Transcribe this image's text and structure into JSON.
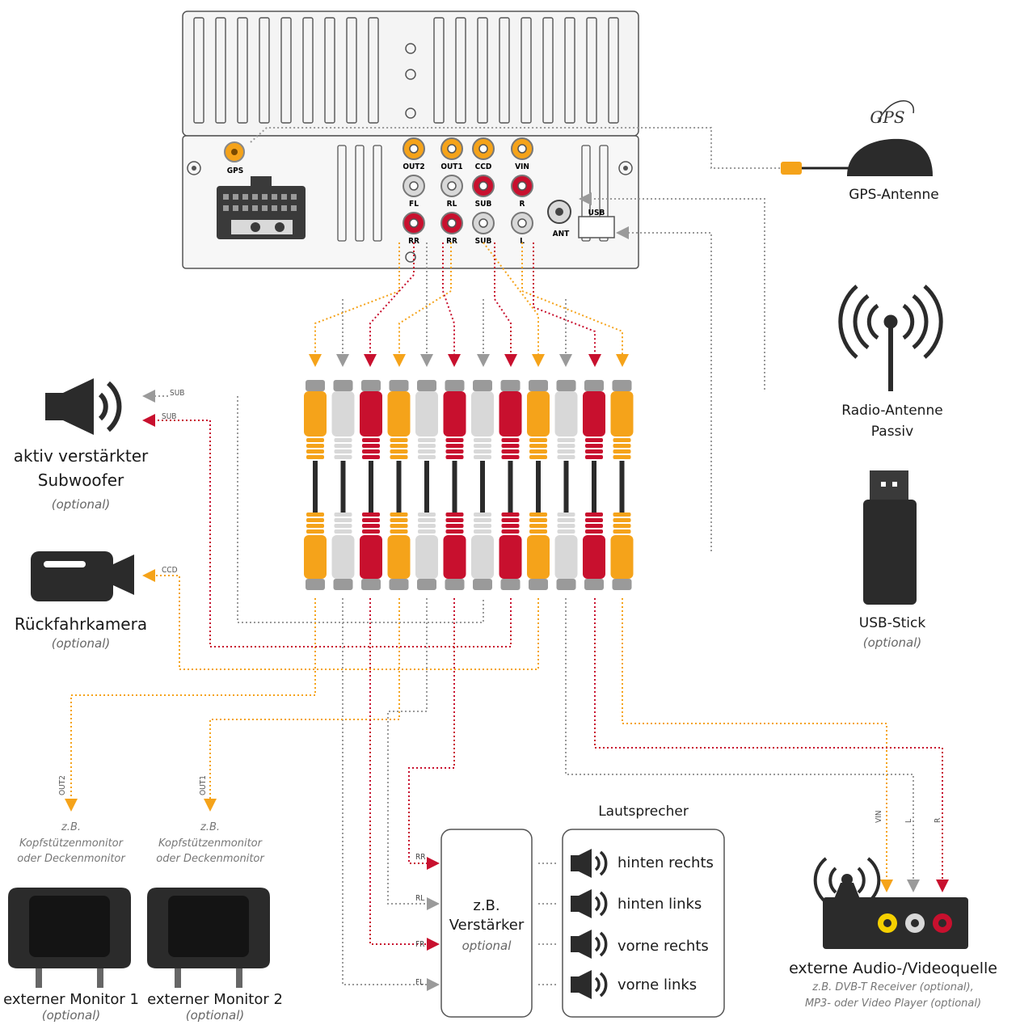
{
  "unit": {
    "port_labels": [
      "GPS",
      "OUT2",
      "OUT1",
      "CCD",
      "VIN",
      "FL",
      "RL",
      "SUB",
      "R",
      "RR",
      "RR",
      "SUB",
      "L",
      "ANT",
      "USB"
    ]
  },
  "gps": {
    "logo": "GPS",
    "label": "GPS-Antenne"
  },
  "radio": {
    "label_line1": "Radio-Antenne",
    "label_line2": "Passiv"
  },
  "usb_stick": {
    "label": "USB-Stick",
    "optional": "(optional)"
  },
  "subwoofer": {
    "line_labels": [
      "SUB",
      "SUB"
    ],
    "label_line1": "aktiv verstärkter",
    "label_line2": "Subwoofer",
    "optional": "(optional)"
  },
  "camera": {
    "line_label": "CCD",
    "label": "Rückfahrkamera",
    "optional": "(optional)"
  },
  "monitor1": {
    "line_label": "OUT2",
    "hint_line1": "z.B.",
    "hint_line2": "Kopfstützenmonitor",
    "hint_line3": "oder Deckenmonitor",
    "label": "externer Monitor 1",
    "optional": "(optional)"
  },
  "monitor2": {
    "line_label": "OUT1",
    "hint_line1": "z.B.",
    "hint_line2": "Kopfstützenmonitor",
    "hint_line3": "oder Deckenmonitor",
    "label": "externer Monitor 2",
    "optional": "(optional)"
  },
  "amplifier": {
    "line_labels": [
      "RR",
      "RL",
      "FR",
      "FL"
    ],
    "line1": "z.B.",
    "line2": "Verstärker",
    "optional": "optional"
  },
  "speakers": {
    "title": "Lautsprecher",
    "items": [
      "hinten rechts",
      "hinten links",
      "vorne rechts",
      "vorne links"
    ]
  },
  "external_source": {
    "line_labels": [
      "VIN",
      "L",
      "R"
    ],
    "label": "externe Audio-/Videoquelle",
    "hint_line1": "z.B. DVB-T Receiver (optional),",
    "hint_line2": "MP3- oder Video Player (optional)"
  },
  "colors": {
    "yellow": "#f5a31a",
    "white": "#d8d8d8",
    "red": "#c8102e",
    "dark": "#2b2b2b",
    "line_grey": "#9a9a9a"
  },
  "cables": {
    "colors": [
      "yellow",
      "white",
      "red",
      "yellow",
      "white",
      "red",
      "white",
      "red",
      "yellow",
      "white",
      "red",
      "yellow"
    ]
  }
}
